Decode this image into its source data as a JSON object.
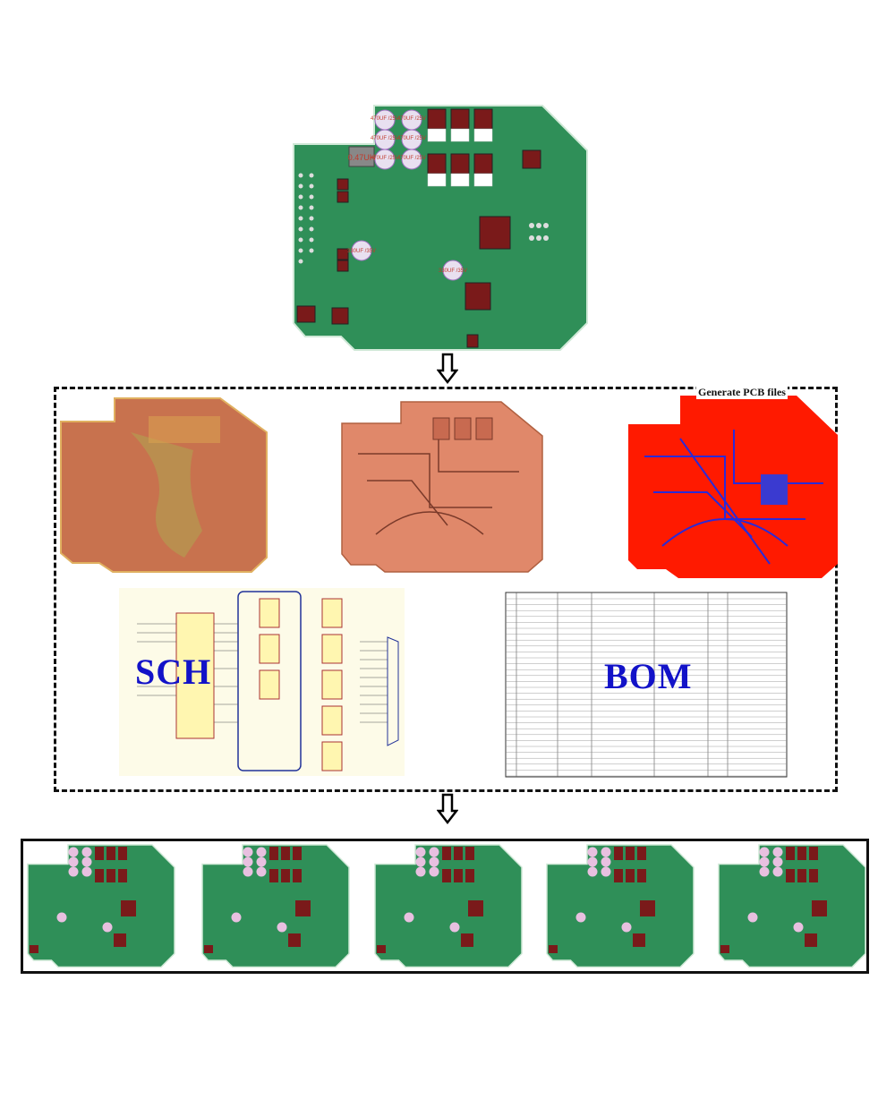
{
  "source_board": {
    "capacitor_labels": [
      "470UF /25V",
      "470UF /25V",
      "470UF /25V",
      "470UF /25V",
      "470UF /25V",
      "470UF /25V"
    ],
    "inductor_label": "0.47UH",
    "cap_330_labels": [
      "330UF /35V",
      "330UF /35V"
    ],
    "colors": {
      "board": "#2e8b57",
      "component": "#c0392b"
    }
  },
  "process": {
    "generate_label": "Generate PCB files",
    "sch_label": "SCH",
    "bom_label": "BOM",
    "colors": {
      "copper": "#d2765a",
      "gerber_red": "#ff1a00",
      "gerber_blue": "#2a2ad8",
      "label_blue": "#1212c8"
    }
  },
  "output_boards": {
    "count": 5
  },
  "icons": {
    "arrow": "arrow-down-outline-icon"
  }
}
